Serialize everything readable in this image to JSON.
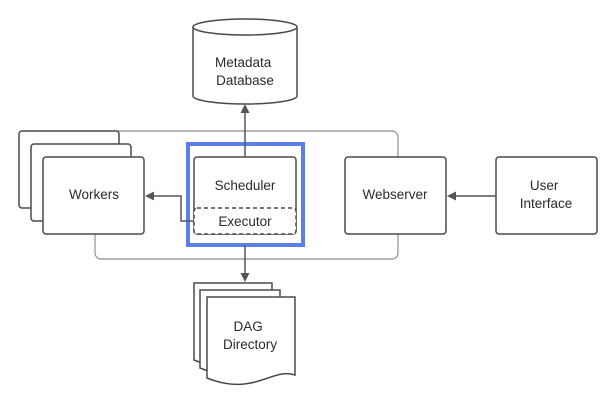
{
  "colors": {
    "highlight": "#5b7fe6"
  },
  "nodes": {
    "metadata_db": {
      "lines": [
        "Metadata",
        "Database"
      ]
    },
    "workers": {
      "label": "Workers"
    },
    "scheduler": {
      "label": "Scheduler"
    },
    "executor": {
      "label": "Executor"
    },
    "webserver": {
      "label": "Webserver"
    },
    "user_interface": {
      "lines": [
        "User",
        "Interface"
      ]
    },
    "dag_directory": {
      "lines": [
        "DAG",
        "Directory"
      ]
    }
  }
}
